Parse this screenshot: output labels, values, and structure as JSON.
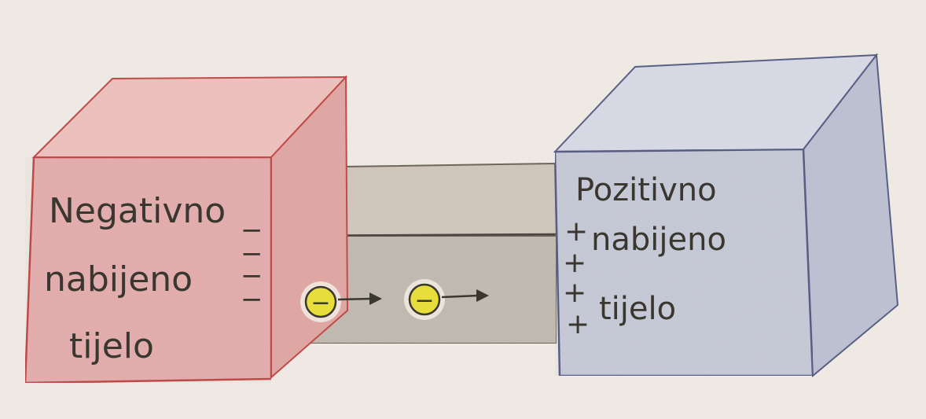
{
  "diagram": {
    "left_body": {
      "lines": [
        "Negativno",
        "nabijeno",
        "tijelo"
      ],
      "charge_symbols": [
        "−",
        "−",
        "−",
        "−"
      ],
      "fill_color": "#e6b0b0",
      "edge_color": "#c24a4a"
    },
    "right_body": {
      "lines": [
        "Pozitivno",
        "nabijeno",
        "tijelo"
      ],
      "charge_symbols": [
        "+",
        "+",
        "+",
        "+"
      ],
      "fill_color": "#c9ccd9",
      "edge_color": "#5a5f86"
    },
    "connector": {
      "fill_color": "#c4bdb3"
    },
    "electrons": [
      {
        "symbol": "−"
      },
      {
        "symbol": "−"
      }
    ],
    "electron_color": "#e7de3c"
  }
}
